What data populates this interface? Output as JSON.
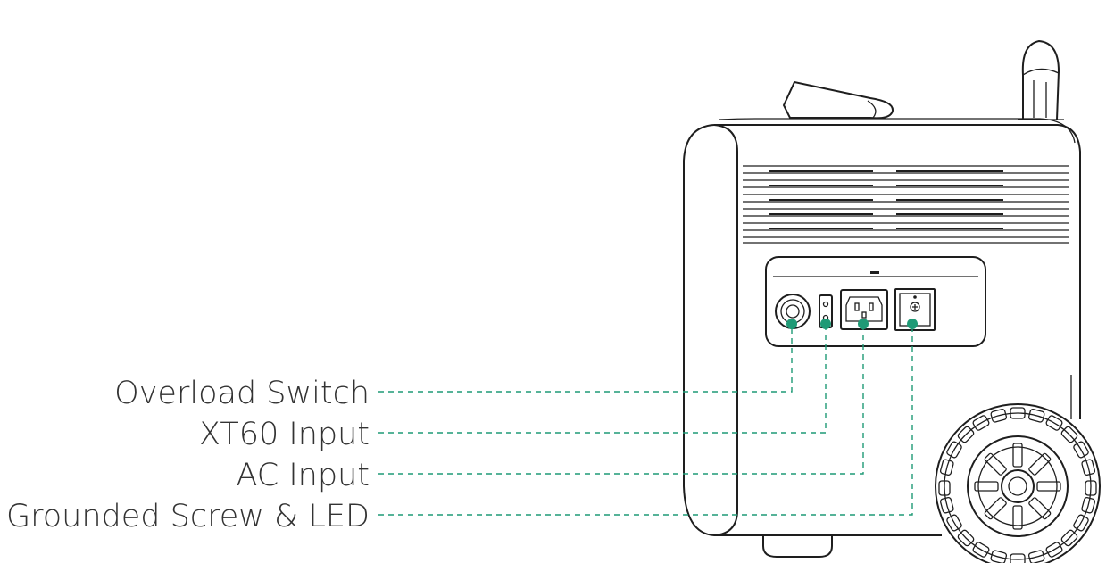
{
  "callouts": [
    {
      "id": "overload-switch",
      "label": "Overload Switch"
    },
    {
      "id": "xt60-input",
      "label": "XT60 Input"
    },
    {
      "id": "ac-input",
      "label": "AC Input"
    },
    {
      "id": "grounded-screw-led",
      "label": "Grounded Screw & LED"
    }
  ],
  "colors": {
    "accent": "#1f9a76",
    "line": "#1e1e1e",
    "text": "#333333"
  },
  "device_icon": "power-station-side-view"
}
